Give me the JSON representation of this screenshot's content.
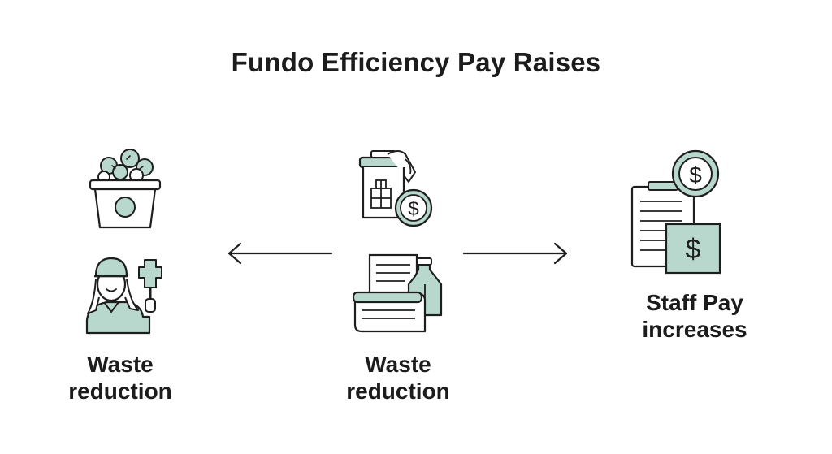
{
  "title": "Fundo Efficiency Pay Raises",
  "colors": {
    "accent_fill": "#b9d8cd",
    "stroke": "#1e1e1e"
  },
  "nodes": [
    {
      "id": "left",
      "icons": [
        "food-bowl-icon",
        "worker-with-sign-icon"
      ],
      "label_lines": [
        "Waste",
        "reduction"
      ]
    },
    {
      "id": "center",
      "icons": [
        "container-with-coin-icon",
        "documents-with-bottle-icon"
      ],
      "label_lines": [
        "Waste",
        "reduction"
      ]
    },
    {
      "id": "right",
      "icons": [
        "clipboard-with-dollar-icon"
      ],
      "label_lines": [
        "Staff Pay",
        "increases"
      ]
    }
  ],
  "icon_text": {
    "dollar": "$"
  }
}
